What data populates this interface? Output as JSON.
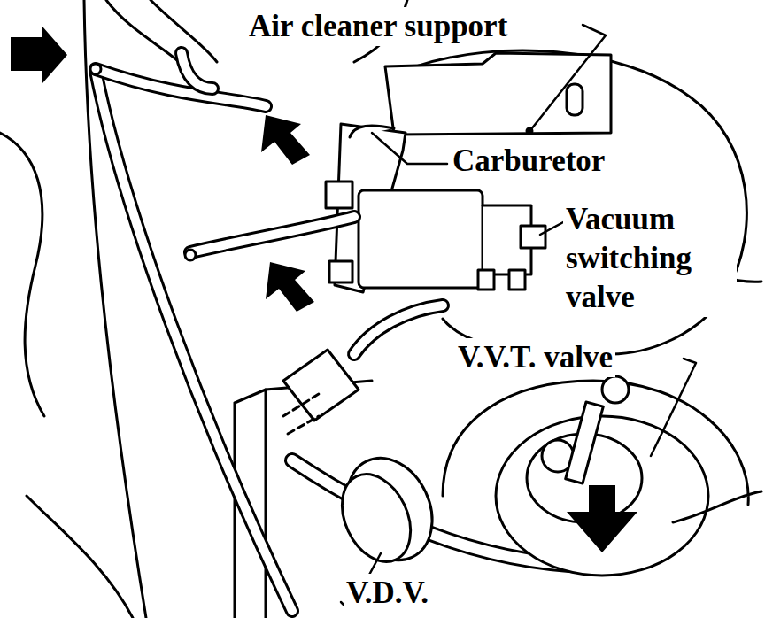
{
  "diagram": {
    "labels": [
      "Air cleaner support",
      "Carburetor",
      "Vacuum switching valve",
      "V.V.T. valve",
      "V.D.V."
    ]
  }
}
